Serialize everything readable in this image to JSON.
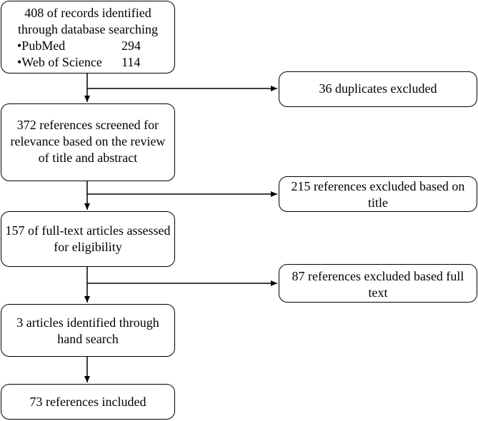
{
  "boxes": {
    "identified": {
      "lines": [
        "408 of records identified",
        "through database searching"
      ],
      "sources": [
        {
          "name": "•PubMed",
          "count": "294"
        },
        {
          "name": "•Web of Science",
          "count": "114"
        }
      ]
    },
    "duplicates": {
      "lines": [
        "36 duplicates excluded"
      ]
    },
    "screened": {
      "lines": [
        "372 references screened for",
        "relevance based on the review",
        "of title and abstract"
      ]
    },
    "excluded_title": {
      "lines": [
        "215 references excluded based on",
        "title"
      ]
    },
    "fulltext": {
      "lines": [
        "157 of full-text articles assessed",
        "for eligibility"
      ]
    },
    "excluded_fulltext": {
      "lines": [
        "87 references excluded based full",
        "text"
      ]
    },
    "hand_search": {
      "lines": [
        "3 articles identified through",
        "hand search"
      ]
    },
    "included": {
      "lines": [
        "73 references included"
      ]
    }
  }
}
